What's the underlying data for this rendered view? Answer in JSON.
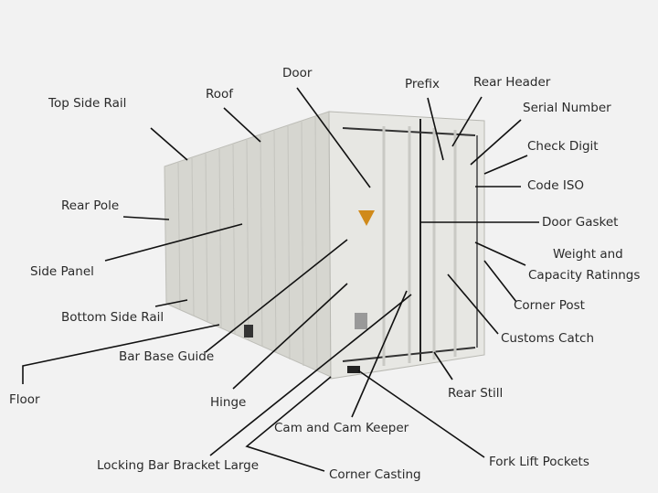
{
  "labels": {
    "top_side_rail": "Top Side Rail",
    "roof": "Roof",
    "door": "Door",
    "prefix": "Prefix",
    "rear_header": "Rear Header",
    "serial_number": "Serial Number",
    "check_digit": "Check Digit",
    "code_iso": "Code ISO",
    "door_gasket": "Door Gasket",
    "weight_line1": "Weight and",
    "weight_line2": "Capacity Ratinngs",
    "corner_post": "Corner Post",
    "customs_catch": "Customs Catch",
    "rear_still": "Rear Still",
    "fork_lift_pockets": "Fork Lift Pockets",
    "cam_keeper": "Cam and Cam Keeper",
    "corner_casting": "Corner Casting",
    "locking_bar": "Locking Bar Bracket Large",
    "hinge": "Hinge",
    "bar_base_guide": "Bar Base Guide",
    "floor": "Floor",
    "bottom_side_rail": "Bottom Side Rail",
    "side_panel": "Side Panel",
    "rear_pole": "Rear Pole"
  },
  "colors": {
    "container": "#dcdcd6",
    "door_face": "#e6e6e2",
    "line": "#111111",
    "warning_sign": "#d08a1a"
  }
}
